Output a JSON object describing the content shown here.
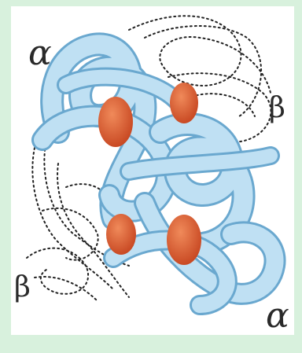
{
  "labels": {
    "alpha_top_left": "α",
    "beta_top_right": "β",
    "beta_bottom_left": "β",
    "alpha_bottom_right": "α"
  },
  "colors": {
    "background": "#d8f1dd",
    "panel": "#ffffff",
    "helix_fill": "#bfe0f3",
    "helix_edge": "#6aa8cf",
    "dotted_coil": "#222222",
    "metal_ion": "#e06a3a"
  }
}
